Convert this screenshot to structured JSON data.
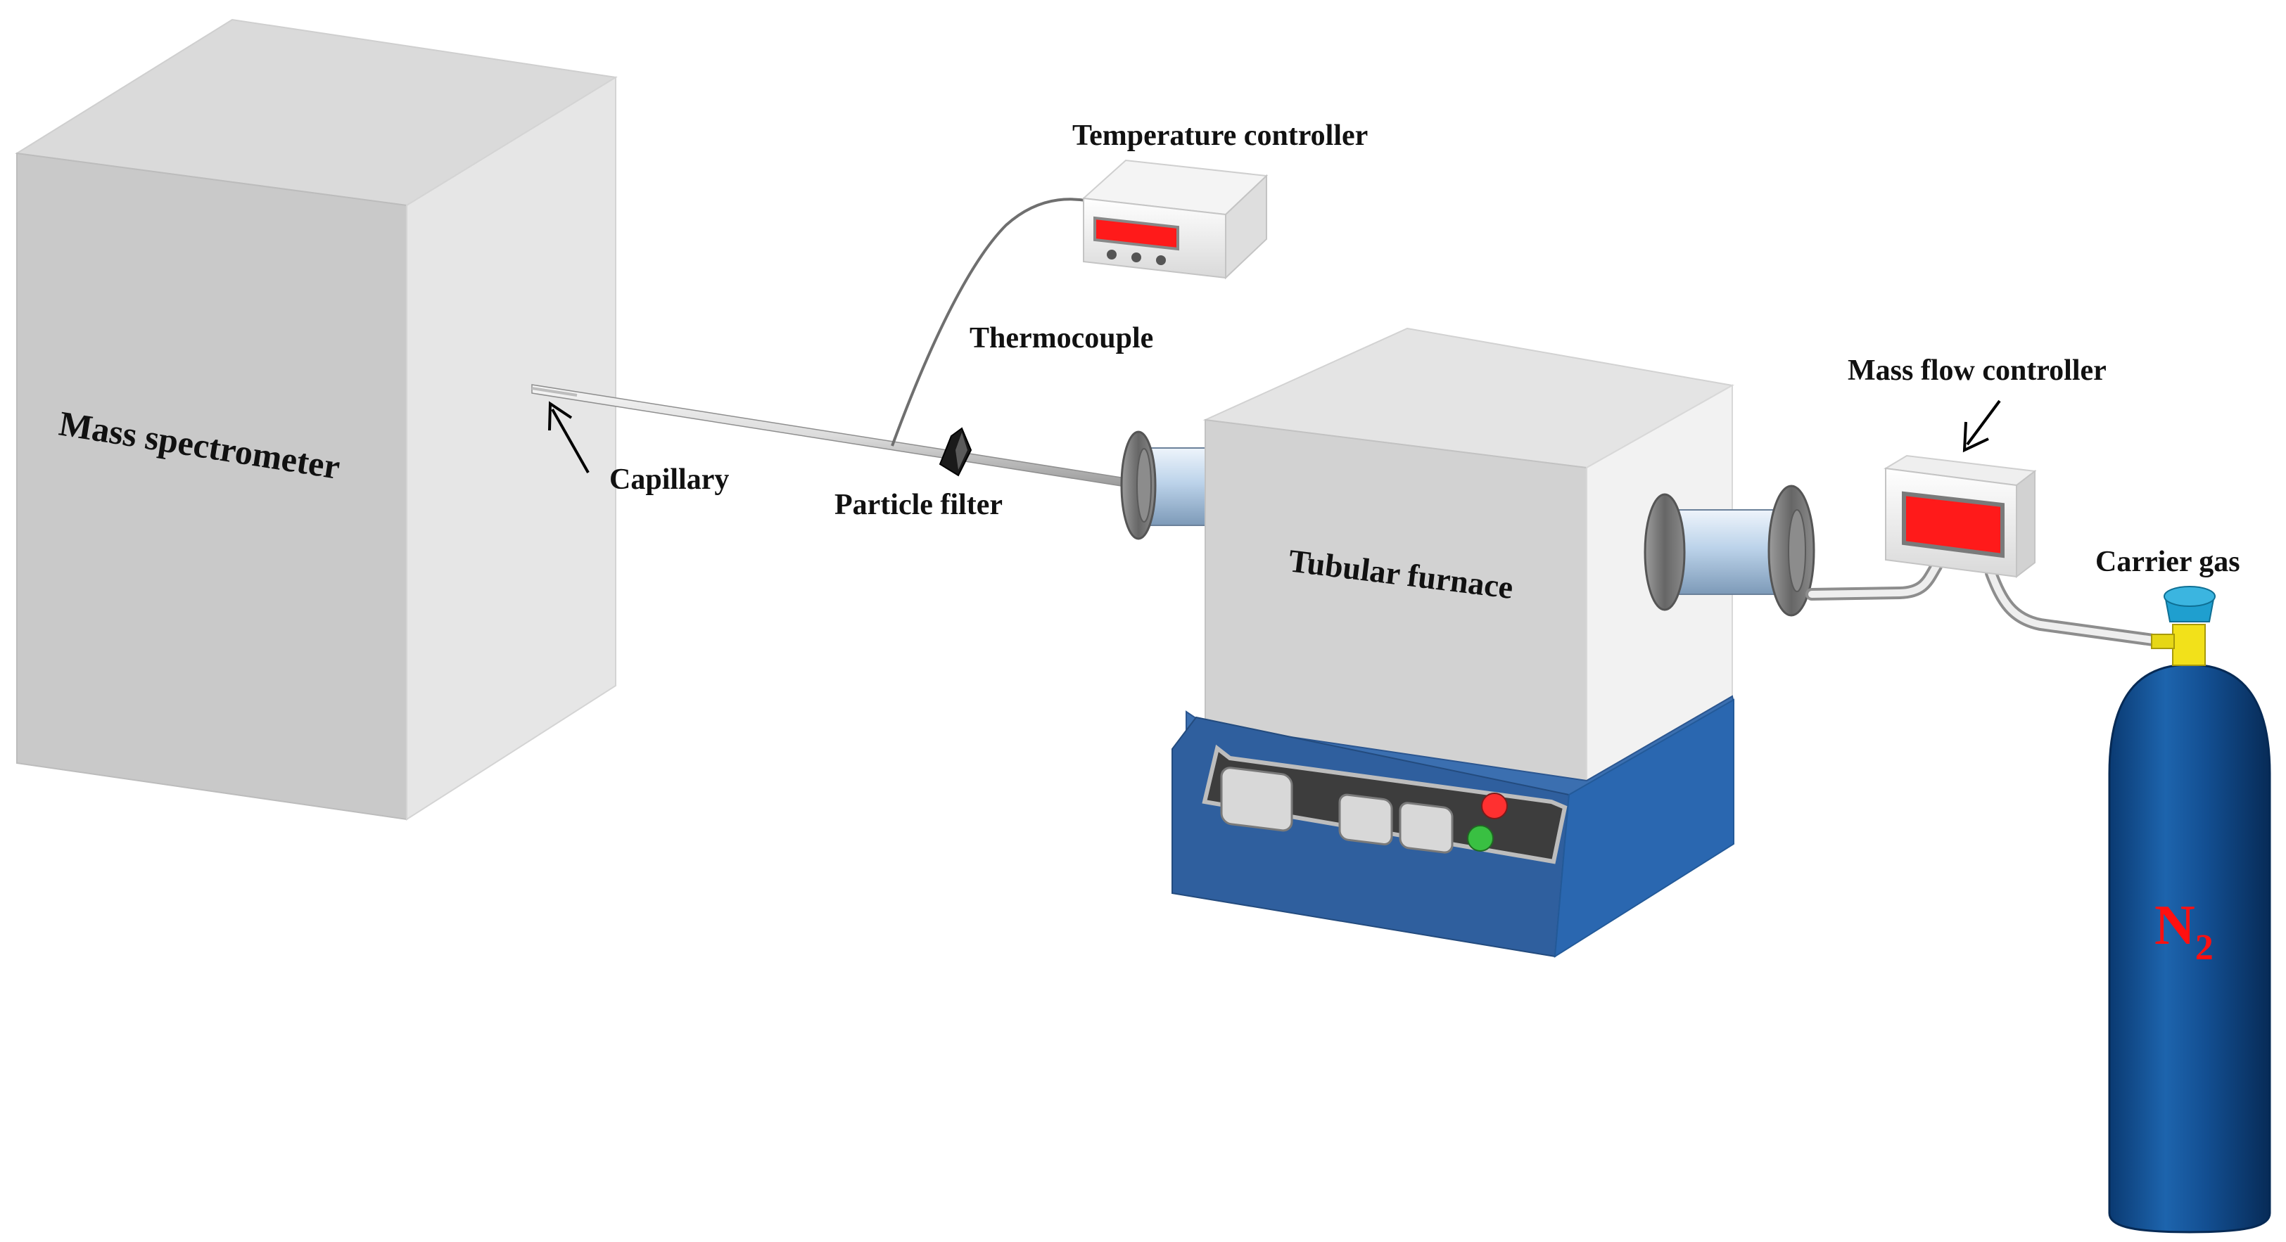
{
  "labels": {
    "mass_spectrometer": "Mass spectrometer",
    "capillary": "Capillary",
    "particle_filter": "Particle filter",
    "thermocouple": "Thermocouple",
    "temperature_controller": "Temperature controller",
    "tubular_furnace": "Tubular furnace",
    "mass_flow_controller": "Mass flow controller",
    "carrier_gas": "Carrier gas",
    "gas_main": "N",
    "gas_sub": "2"
  },
  "colors": {
    "ms_front": "#c9c9c9",
    "ms_top": "#dadada",
    "ms_side": "#e6e6e6",
    "furnace_body_front": "#d2d2d2",
    "furnace_body_top": "#e4e4e4",
    "furnace_body_side": "#f2f2f2",
    "furnace_base_front": "#2f5f9e",
    "furnace_base_side": "#2a67b0",
    "display_red": "#ff1a1a",
    "cylinder_blue": "#0f4a8c",
    "cylinder_cap": "#1f9fcf",
    "valve_yellow": "#f2e11a",
    "gas_text_red": "#ff1010",
    "button_red": "#ff3030",
    "button_green": "#39c042"
  }
}
